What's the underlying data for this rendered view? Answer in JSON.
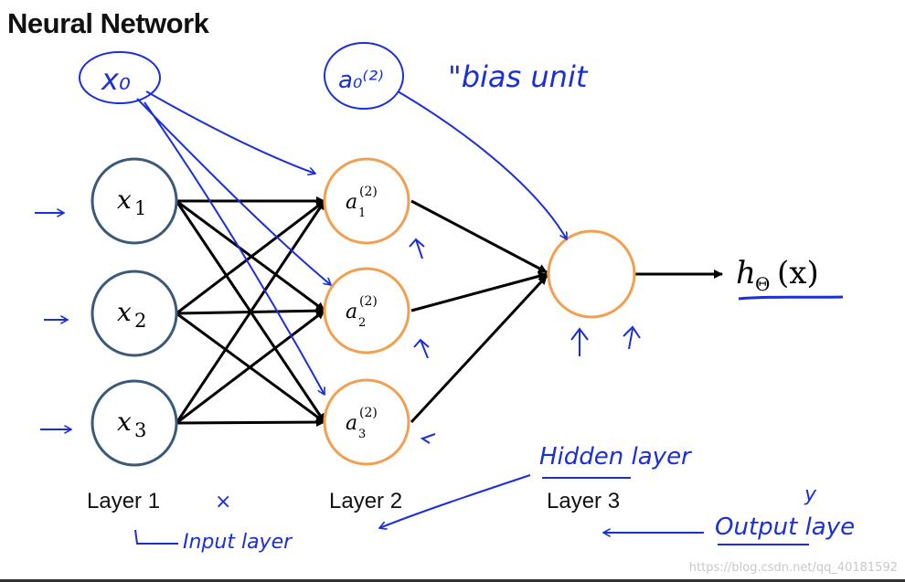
{
  "title": "Neural Network",
  "layers": [
    {
      "label": "Layer 1"
    },
    {
      "label": "Layer 2"
    },
    {
      "label": "Layer 3"
    }
  ],
  "input_nodes": [
    {
      "var": "x",
      "sub": "1"
    },
    {
      "var": "x",
      "sub": "2"
    },
    {
      "var": "x",
      "sub": "3"
    }
  ],
  "hidden_nodes": [
    {
      "var": "a",
      "sub": "1",
      "sup": "(2)"
    },
    {
      "var": "a",
      "sub": "2",
      "sup": "(2)"
    },
    {
      "var": "a",
      "sub": "3",
      "sup": "(2)"
    }
  ],
  "output": {
    "func": "h",
    "sub": "Θ",
    "arg": "(x)"
  },
  "annotations": {
    "bias_x0": "x₀",
    "bias_a0": "a₀⁽²⁾",
    "bias_unit": "\"bias unit",
    "hidden_layer": "Hidden layer",
    "input_layer": "Input layer",
    "output_layer": "Output laye",
    "x_mark": "×",
    "y_mark": "y"
  },
  "watermark": "https://blog.csdn.net/qq_40181592",
  "colors": {
    "input_node": "#3b5a7a",
    "hidden_node": "#f0a050",
    "ink": "#1a2fd6",
    "edge": "#000000"
  }
}
